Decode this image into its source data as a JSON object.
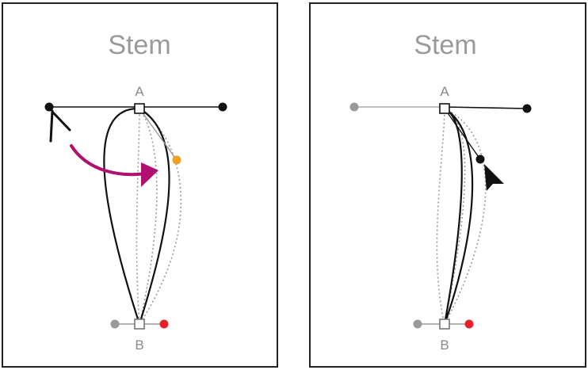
{
  "panels": [
    {
      "title": "Stem",
      "top_label": "A",
      "bottom_label": "B"
    },
    {
      "title": "Stem",
      "top_label": "A",
      "bottom_label": "B"
    }
  ],
  "colors": {
    "outline": "#111111",
    "ghost": "#9a9a9a",
    "handle_line": "#999999",
    "handle_dark": "#111111",
    "handle_gray": "#9a9a9a",
    "handle_orange": "#f0a020",
    "handle_red": "#e8202a",
    "arrow_magenta": "#b0106e"
  },
  "icons": [
    "convert-anchor-tool-icon",
    "direct-selection-cursor-icon",
    "curved-arrow-icon"
  ]
}
